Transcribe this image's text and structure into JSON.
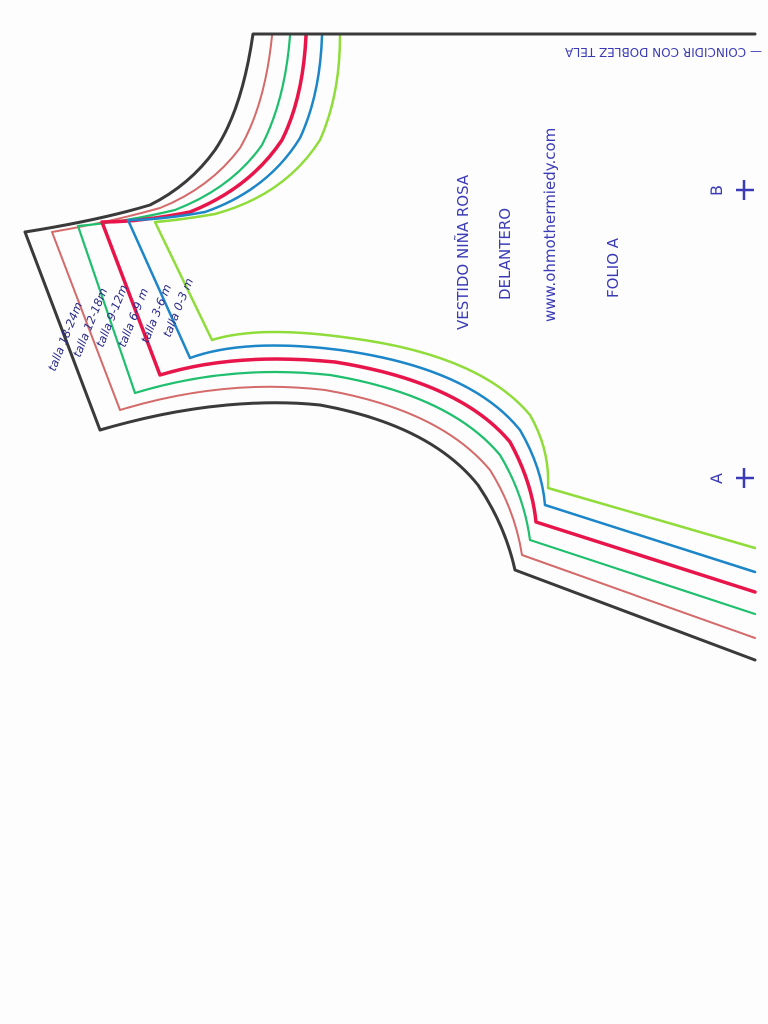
{
  "top_note": "— COINCIDIR CON DOBLEZ TELA",
  "title": "VESTIDO NIÑA ROSA",
  "subtitle": "DELANTERO",
  "website": "www.ohmothermiedy.com",
  "folio": "FOLIO A",
  "marks": {
    "a": "A",
    "b": "B"
  },
  "sizes": [
    {
      "label": "talla 18-24m",
      "color": "#3a3a3a"
    },
    {
      "label": "talla 12-18m",
      "color": "#d46a6a"
    },
    {
      "label": "talla 9-12m",
      "color": "#1fbf6e"
    },
    {
      "label": "talla 6-9 m",
      "color": "#e8154a"
    },
    {
      "label": "talla 3-6 m",
      "color": "#1c86c9"
    },
    {
      "label": "talla 0-3 m",
      "color": "#8fdc3a"
    }
  ]
}
